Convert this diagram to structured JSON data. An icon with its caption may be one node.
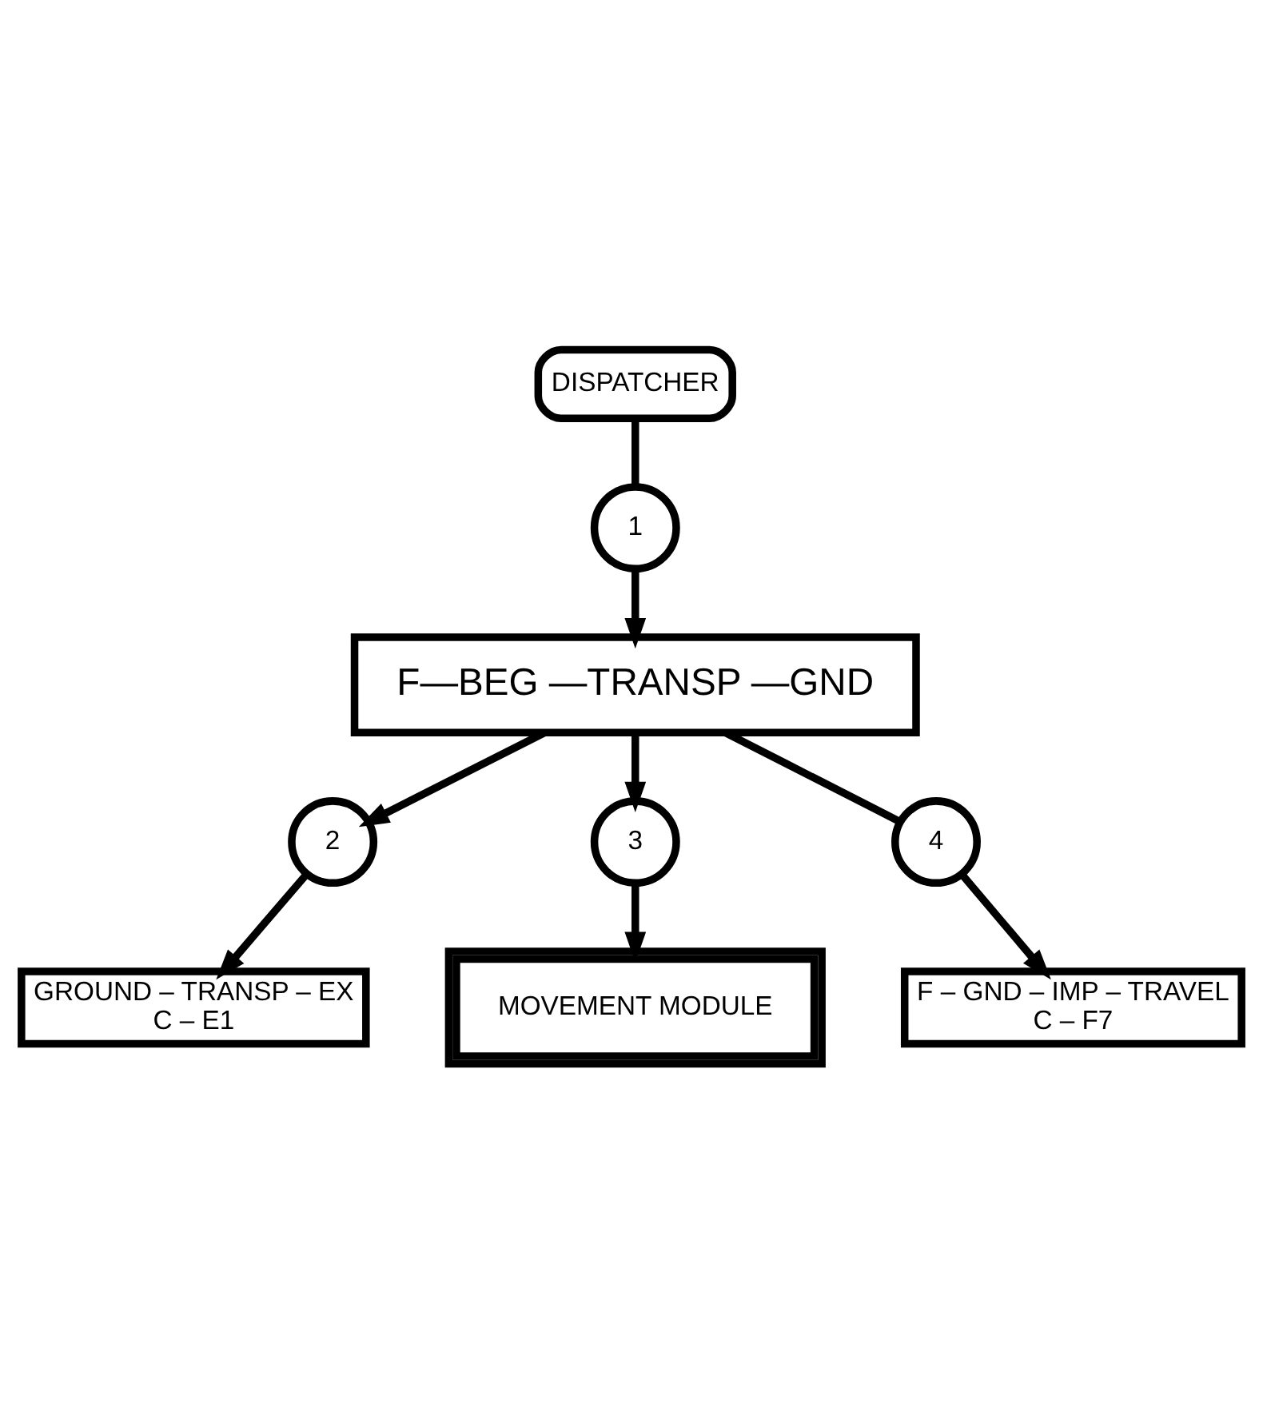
{
  "diagram": {
    "nodes": [
      {
        "text": [
          "DISPATCHER"
        ]
      },
      {
        "text": [
          "GROUND – TRANSP – EX",
          "C – E1"
        ]
      },
      {
        "text": [
          "1"
        ]
      },
      {
        "text": [
          "F—BEG —TRANSP —GND"
        ]
      },
      {
        "text": [
          "2"
        ]
      },
      {
        "text": [
          "3"
        ]
      },
      {
        "text": [
          "4"
        ]
      },
      {
        "text": [
          "F – GND – IMP – TRAVEL",
          "C – F7"
        ]
      },
      {
        "text": [
          "MOVEMENT MODULE"
        ]
      }
    ],
    "edges": [
      {
        "from": 0,
        "to": 2,
        "arrow": "none"
      },
      {
        "from": 2,
        "to": 3,
        "arrow": "to"
      },
      {
        "from": 3,
        "to": 4,
        "arrow": "to"
      },
      {
        "from": 4,
        "to": 1,
        "arrow": "to"
      },
      {
        "from": 3,
        "to": 5,
        "arrow": "to"
      },
      {
        "from": 5,
        "to": 8,
        "arrow": "to"
      },
      {
        "from": 3,
        "to": 6,
        "arrow": "none"
      },
      {
        "from": 6,
        "to": 7,
        "arrow": "to"
      }
    ]
  }
}
